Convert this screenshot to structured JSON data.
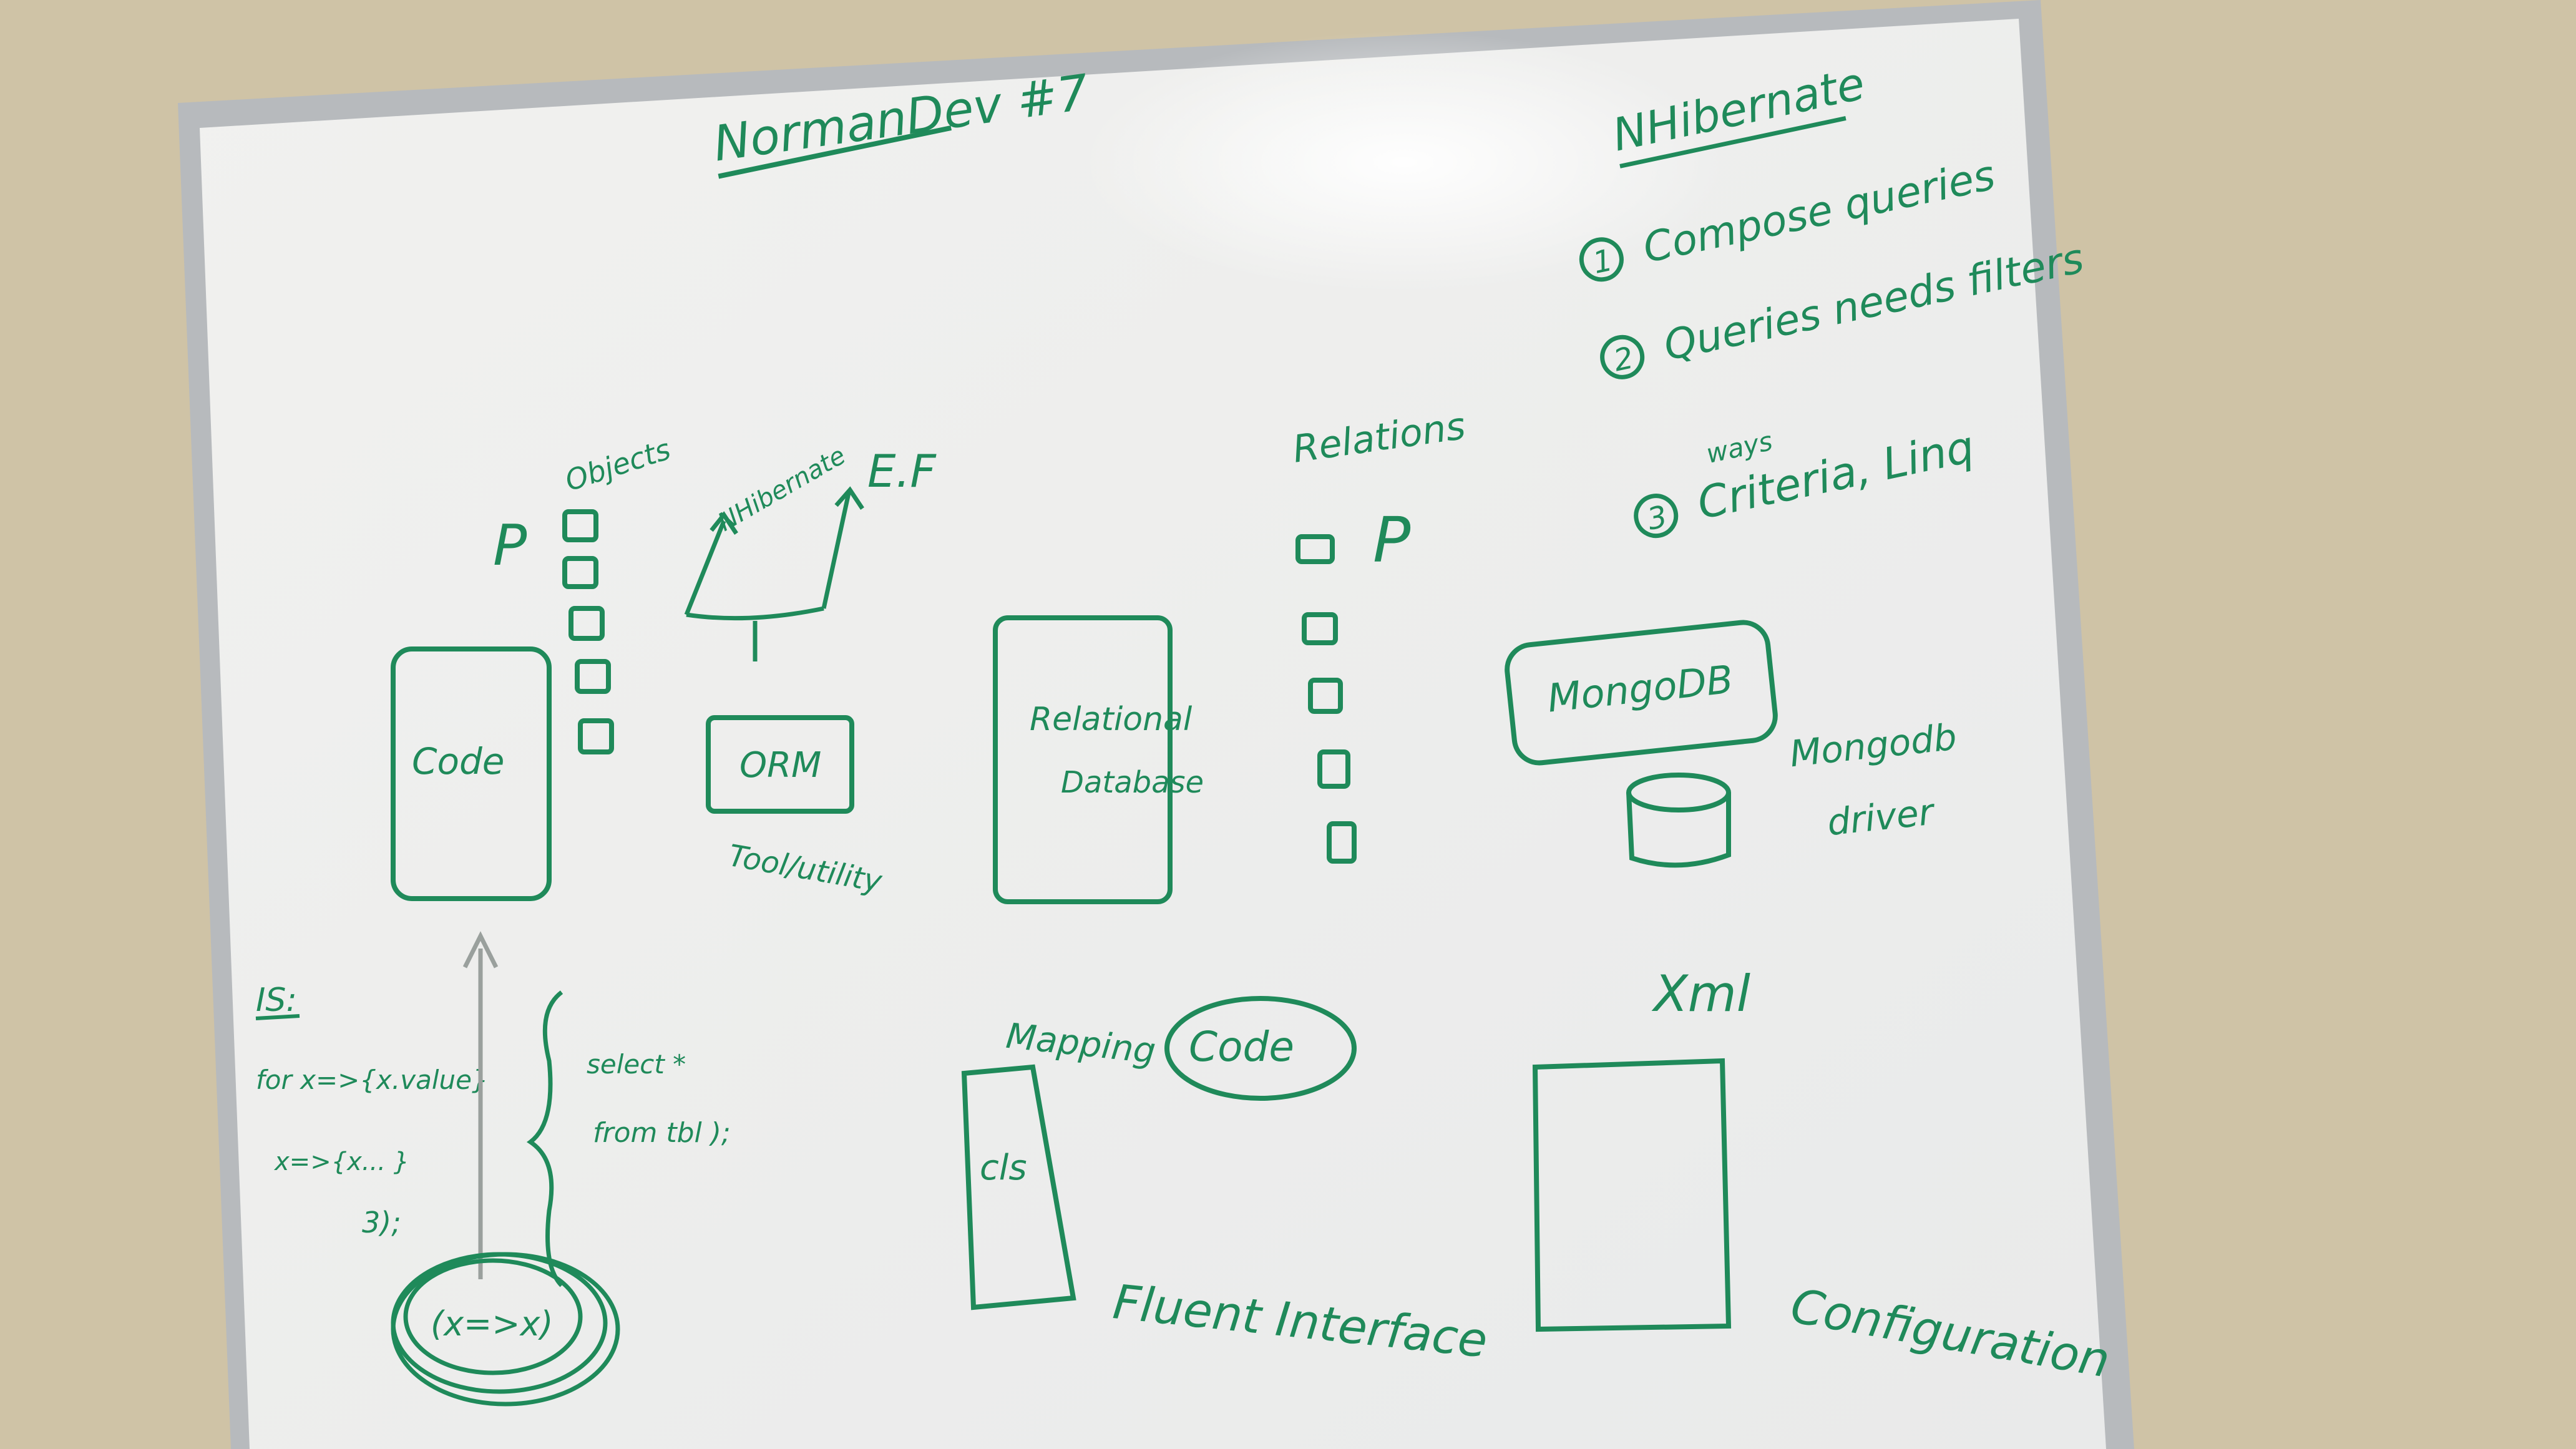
{
  "colors": {
    "wall": "#cfc3a6",
    "board": "#f3f3f1",
    "frame": "#b9bcbf",
    "marker": "#1f8a5a"
  },
  "board": {
    "title": "NormanDev #7",
    "top_right": {
      "heading": "NHibernate",
      "items": [
        "Compose queries",
        "Queries needs filters",
        "Criteria, Linq"
      ],
      "markers": [
        "1",
        "2",
        "3"
      ],
      "annotation": "ways"
    },
    "objects_label": "Objects",
    "p_label": "P",
    "nhibernate_label": "NHibernate",
    "ef_label": "E.F",
    "code_box": "Code",
    "orm_box": "ORM",
    "tool_label": "Tool/utility",
    "relational_box_line1": "Relational",
    "relational_box_line2": "Database",
    "relations_label": "Relations",
    "relations_p": "P",
    "mongodb_box": "MongoDB",
    "mongodb_driver_line1": "Mongodb",
    "mongodb_driver_line2": "driver",
    "is_label": "IS:",
    "code_line1": "for x=>{x.value}",
    "code_line2": "x=>{x... }",
    "code_line3": "3);",
    "select_line1": "select *",
    "select_line2": "from tbl );",
    "lambda_label": "(x=>x)",
    "mapping_label": "Mapping",
    "code_circled": "Code",
    "cls_box": "cls",
    "fluent_label": "Fluent Interface",
    "xml_label": "Xml",
    "config_label": "Configuration"
  }
}
